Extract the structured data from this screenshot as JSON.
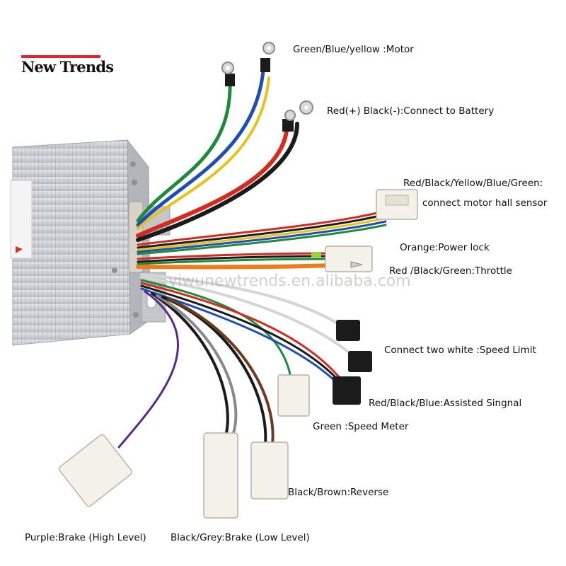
{
  "brand": {
    "name": "New Trends"
  },
  "watermark": "yiwunewtrends.en.alibaba.com",
  "labels": {
    "motor": "Green/Blue/yellow :Motor",
    "battery": "Red(+) Black(-):Connect to Battery",
    "hall_line1": "Red/Black/Yellow/Blue/Green:",
    "hall_line2": "connect motor hall sensor",
    "power_lock": "Orange:Power lock",
    "throttle": "Red /Black/Green:Throttle",
    "speed_limit": "Connect two white :Speed Limit",
    "assisted": "Red/Black/Blue:Assisted Singnal",
    "speed_meter": "Green :Speed Meter",
    "reverse": "Black/Brown:Reverse",
    "brake_high": "Purple:Brake (High Level)",
    "brake_low": "Black/Grey:Brake (Low Level)"
  },
  "colors": {
    "brand_red": "#e3232b",
    "housing": "#c9ccd0",
    "wire_green": "#1f8a3a",
    "wire_blue": "#1f4fb5",
    "wire_yellow": "#e8c21a",
    "wire_red": "#d42a1f",
    "wire_black": "#1b1b1b",
    "wire_orange": "#f07a1c",
    "wire_purple": "#5b2a86",
    "wire_grey": "#8a8a8a",
    "wire_brown": "#6b3b1f",
    "wire_white": "#f2f2f2",
    "connector": "#f4f1ea"
  }
}
